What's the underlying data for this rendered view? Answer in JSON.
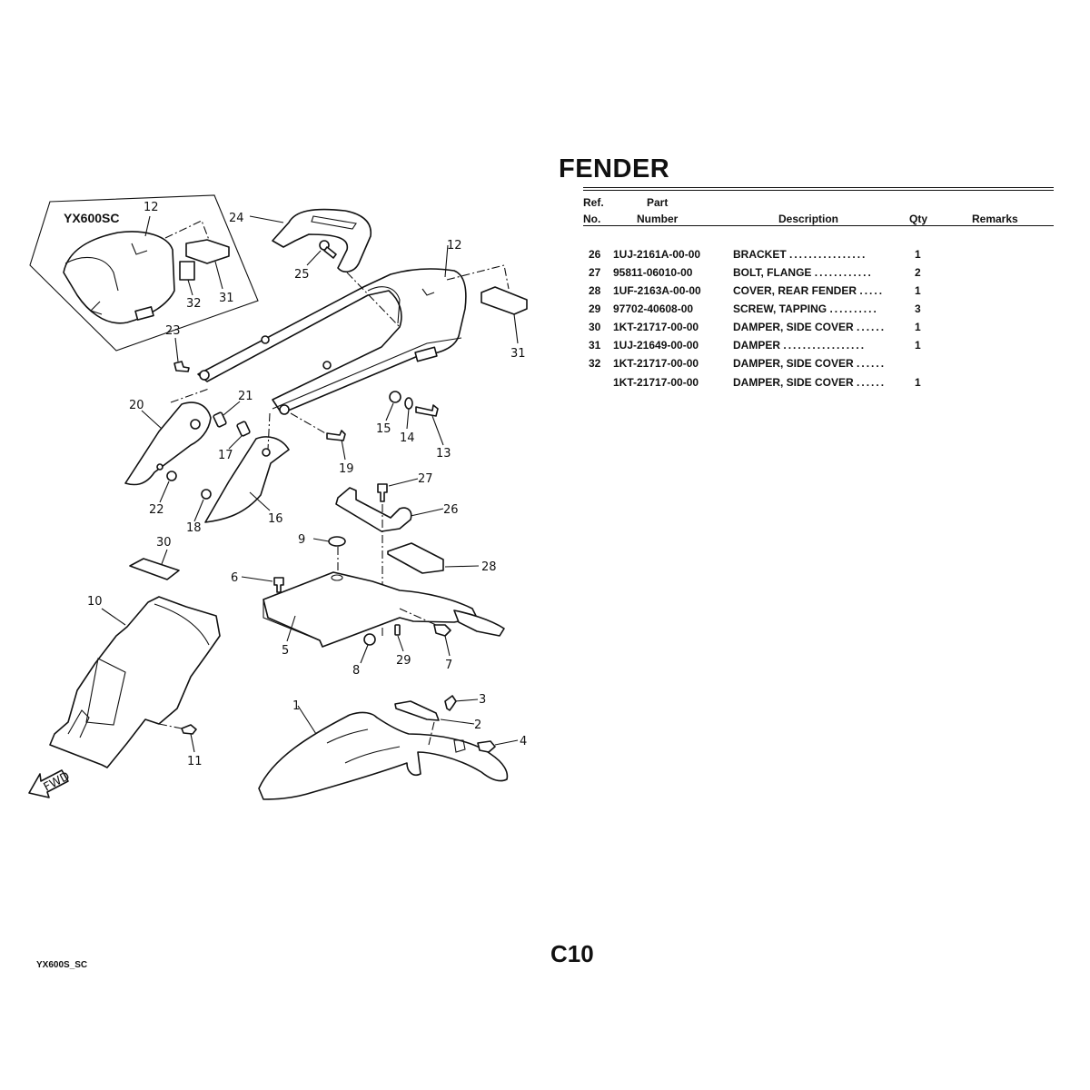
{
  "section_title": "FENDER",
  "table": {
    "headers": {
      "ref_line1": "Ref.",
      "ref_line2": "No.",
      "part_line1": "Part",
      "part_line2": "Number",
      "description": "Description",
      "qty": "Qty",
      "remarks": "Remarks"
    },
    "rows": [
      {
        "ref": "26",
        "part_number": "1UJ-2161A-00-00",
        "description": "BRACKET",
        "dots": "................",
        "qty": "1",
        "remarks": ""
      },
      {
        "ref": "27",
        "part_number": "95811-06010-00",
        "description": "BOLT, FLANGE",
        "dots": "............",
        "qty": "2",
        "remarks": ""
      },
      {
        "ref": "28",
        "part_number": "1UF-2163A-00-00",
        "description": "COVER, REAR FENDER",
        "dots": ".....",
        "qty": "1",
        "remarks": ""
      },
      {
        "ref": "29",
        "part_number": "97702-40608-00",
        "description": "SCREW, TAPPING",
        "dots": "..........",
        "qty": "3",
        "remarks": ""
      },
      {
        "ref": "30",
        "part_number": "1KT-21717-00-00",
        "description": "DAMPER, SIDE COVER",
        "dots": "......",
        "qty": "1",
        "remarks": ""
      },
      {
        "ref": "31",
        "part_number": "1UJ-21649-00-00",
        "description": "DAMPER",
        "dots": ".................",
        "qty": "1",
        "remarks": ""
      },
      {
        "ref": "32",
        "part_number": "1KT-21717-00-00",
        "description": "DAMPER, SIDE COVER",
        "dots": "......",
        "qty": "",
        "remarks": ""
      },
      {
        "ref": "",
        "part_number": "1KT-21717-00-00",
        "description": "DAMPER, SIDE COVER",
        "dots": "......",
        "qty": "1",
        "remarks": ""
      }
    ]
  },
  "diagram": {
    "inset_label": "YX600SC",
    "forward_arrow_label": "FWD",
    "callouts": {
      "c1": "1",
      "c2": "2",
      "c3": "3",
      "c4": "4",
      "c5": "5",
      "c6": "6",
      "c7": "7",
      "c8": "8",
      "c9": "9",
      "c10": "10",
      "c11": "11",
      "c12": "12",
      "c12b": "12",
      "c13": "13",
      "c14": "14",
      "c15": "15",
      "c16": "16",
      "c17": "17",
      "c18": "18",
      "c19": "19",
      "c20": "20",
      "c21": "21",
      "c22": "22",
      "c23": "23",
      "c24": "24",
      "c25": "25",
      "c26": "26",
      "c27": "27",
      "c28": "28",
      "c29": "29",
      "c30": "30",
      "c31": "31",
      "c31b": "31",
      "c32": "32"
    }
  },
  "footer": {
    "model_code": "YX600S_SC",
    "page_number": "C10"
  }
}
